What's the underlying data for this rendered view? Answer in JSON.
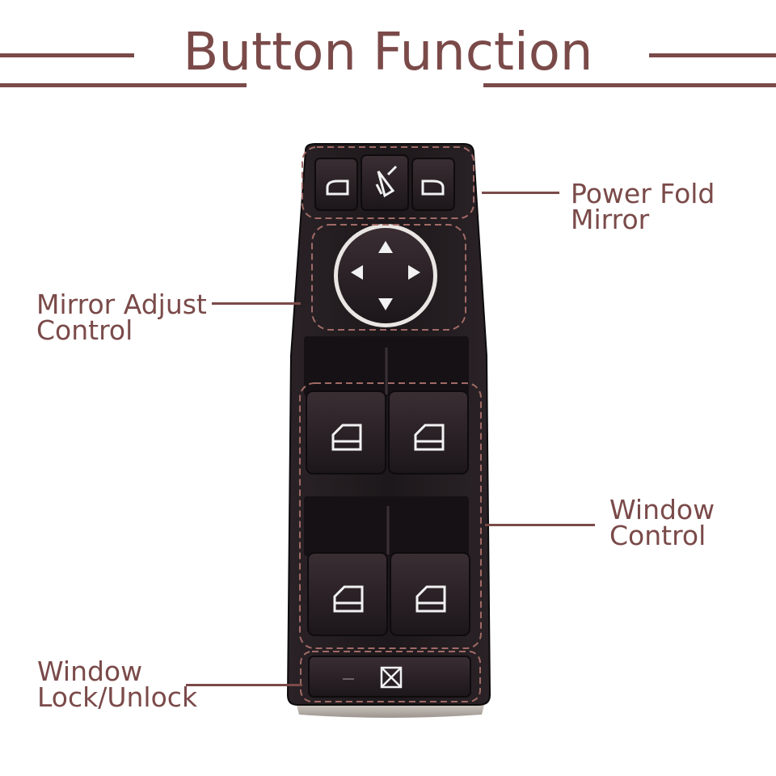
{
  "title": "Button Function",
  "labels": {
    "power_fold": [
      "Power Fold",
      "Mirror"
    ],
    "mirror_adjust": [
      "Mirror Adjust",
      "Control"
    ],
    "window_control": [
      "Window",
      "Control"
    ],
    "window_lock": [
      "Window",
      "Lock/Unlock"
    ]
  },
  "colors": {
    "accent": "#7a4a49",
    "panel": "#1f1a1e",
    "button": "#2a2226",
    "dashed_outline": "#a06a66",
    "icon": "#f2f2f2"
  },
  "icons": {
    "fold_left": "mirror-left-icon",
    "fold_center": "mirror-fold-icon",
    "fold_right": "mirror-right-icon",
    "joystick": "four-way-arrows-icon",
    "window": "window-icon",
    "lock": "window-lock-icon"
  }
}
